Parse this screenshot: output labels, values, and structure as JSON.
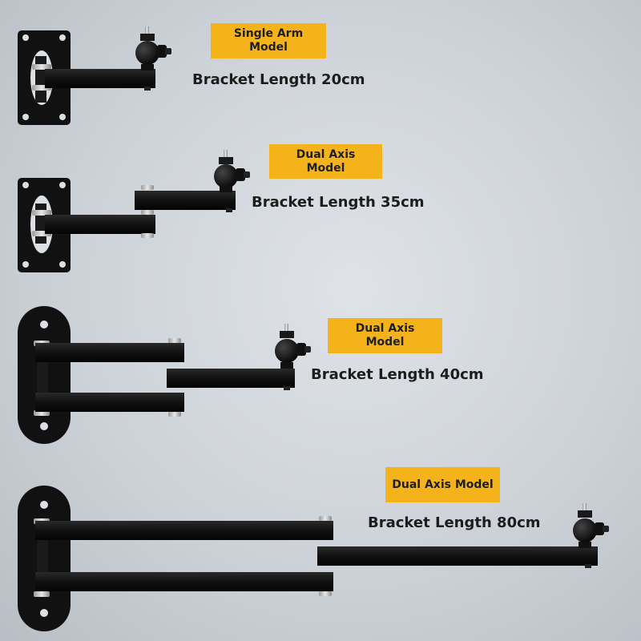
{
  "models": [
    {
      "badge": "Single Arm Model",
      "length": "Bracket Length 20cm"
    },
    {
      "badge": "Dual Axis Model",
      "length": "Bracket Length 35cm"
    },
    {
      "badge": "Dual Axis Model",
      "length": "Bracket Length 40cm"
    },
    {
      "badge": "Dual Axis Model",
      "length": "Bracket Length 80cm"
    }
  ],
  "colors": {
    "badge": "#f5b31b",
    "metal": "#141414",
    "background": "#d6dade"
  }
}
